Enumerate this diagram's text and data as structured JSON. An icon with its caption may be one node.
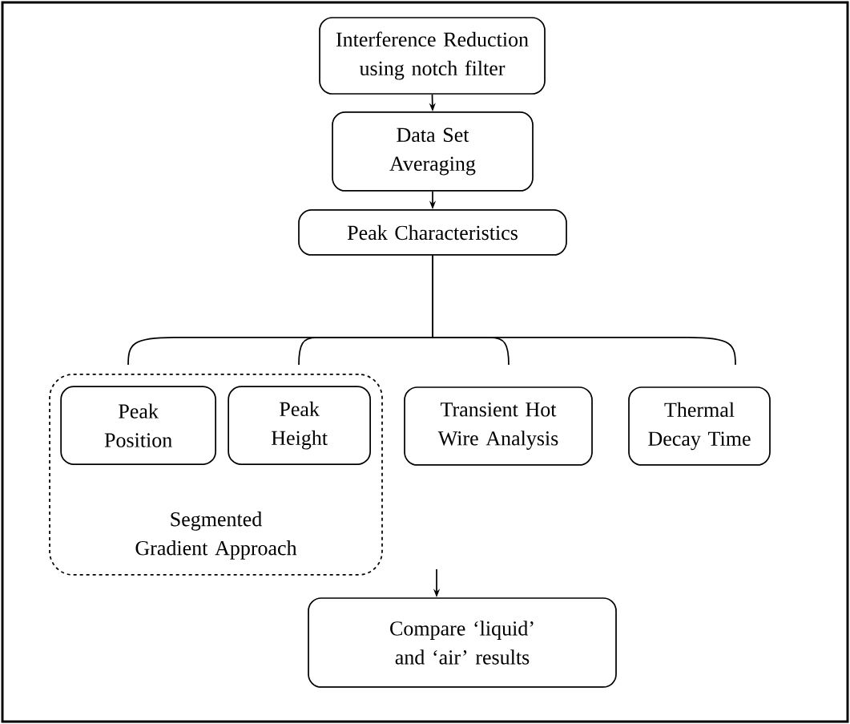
{
  "diagram": {
    "nodes": [
      {
        "text": [
          "Interference Reduction using notch filter"
        ]
      },
      {
        "text": [
          "Data Set Averaging"
        ]
      },
      {
        "text": [
          "Peak Characteristics"
        ]
      },
      {
        "text": [
          "Segmented Gradient Approach"
        ]
      },
      {
        "text": [
          "Peak Position"
        ],
        "in": 3
      },
      {
        "text": [
          "Peak Height"
        ],
        "in": 3
      },
      {
        "text": [
          "Transient Hot Wire Analysis"
        ]
      },
      {
        "text": [
          "Thermal Decay Time"
        ]
      },
      {
        "text": [
          "Compare ‘liquid’ and ‘air’ results"
        ]
      }
    ],
    "edges": [
      {
        "from": 0,
        "to": 1,
        "arrow": "to"
      },
      {
        "from": 1,
        "to": 2,
        "arrow": "to"
      },
      {
        "from": 2,
        "to": 4,
        "arrow": "none"
      },
      {
        "from": 2,
        "to": 5,
        "arrow": "none"
      },
      {
        "from": 2,
        "to": 6,
        "arrow": "none"
      },
      {
        "from": 2,
        "to": 7,
        "arrow": "none"
      },
      {
        "from": null,
        "to": 8,
        "arrow": "to"
      }
    ]
  }
}
